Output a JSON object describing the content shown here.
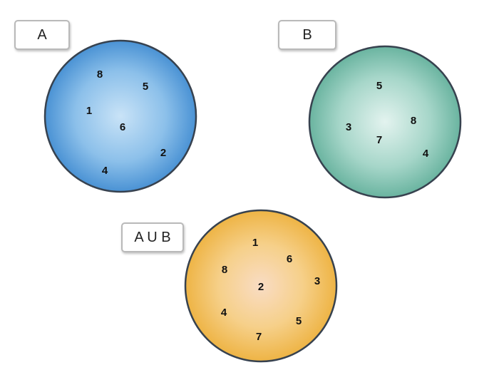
{
  "sets": {
    "a": {
      "label": "A",
      "color": "#5aa0dc",
      "elements": [
        "8",
        "5",
        "1",
        "6",
        "2",
        "4"
      ]
    },
    "b": {
      "label": "B",
      "color": "#7bbfae",
      "elements": [
        "5",
        "3",
        "8",
        "7",
        "4"
      ]
    },
    "aub": {
      "label": "A U B",
      "color": "#f2bf52",
      "elements": [
        "1",
        "8",
        "6",
        "3",
        "2",
        "4",
        "5",
        "7"
      ]
    }
  }
}
